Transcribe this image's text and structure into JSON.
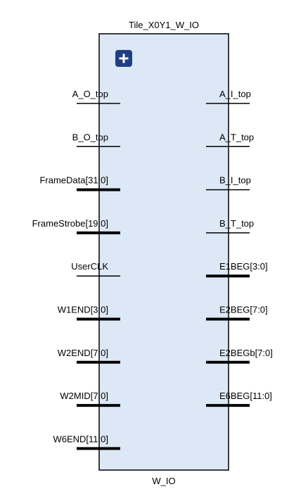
{
  "block": {
    "title": "Tile_X0Y1_W_IO",
    "name": "W_IO",
    "fill_color": "#dde8f6",
    "border_color": "#000000",
    "expand_button": {
      "icon": "plus-icon",
      "color": "#1f3f7f"
    }
  },
  "left_ports": [
    {
      "name": "A_O_top",
      "bus": false
    },
    {
      "name": "B_O_top",
      "bus": false
    },
    {
      "name": "FrameData[31:0]",
      "bus": true
    },
    {
      "name": "FrameStrobe[19:0]",
      "bus": true
    },
    {
      "name": "UserCLK",
      "bus": false
    },
    {
      "name": "W1END[3:0]",
      "bus": true
    },
    {
      "name": "W2END[7:0]",
      "bus": true
    },
    {
      "name": "W2MID[7:0]",
      "bus": true
    },
    {
      "name": "W6END[11:0]",
      "bus": true
    }
  ],
  "right_ports": [
    {
      "name": "A_I_top",
      "bus": false
    },
    {
      "name": "A_T_top",
      "bus": false
    },
    {
      "name": "B_I_top",
      "bus": false
    },
    {
      "name": "B_T_top",
      "bus": false
    },
    {
      "name": "E1BEG[3:0]",
      "bus": true
    },
    {
      "name": "E2BEG[7:0]",
      "bus": true
    },
    {
      "name": "E2BEGb[7:0]",
      "bus": true
    },
    {
      "name": "E6BEG[11:0]",
      "bus": true
    }
  ]
}
